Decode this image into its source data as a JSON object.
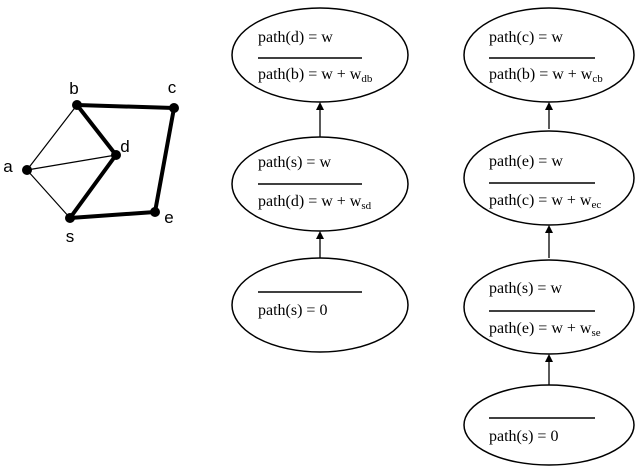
{
  "graph": {
    "nodes": [
      {
        "id": "a",
        "label": "a"
      },
      {
        "id": "b",
        "label": "b"
      },
      {
        "id": "c",
        "label": "c"
      },
      {
        "id": "d",
        "label": "d"
      },
      {
        "id": "s",
        "label": "s"
      },
      {
        "id": "e",
        "label": "e"
      }
    ],
    "thin_edges": [
      [
        "a",
        "b"
      ],
      [
        "a",
        "d"
      ],
      [
        "a",
        "s"
      ]
    ],
    "bold_edges": [
      [
        "b",
        "c"
      ],
      [
        "b",
        "d"
      ],
      [
        "d",
        "s"
      ],
      [
        "s",
        "e"
      ],
      [
        "e",
        "c"
      ]
    ]
  },
  "left_chain": [
    {
      "top": "path(d) = w",
      "bottom_main": "path(b) = w + w",
      "bottom_sub": "db"
    },
    {
      "top": "path(s) = w",
      "bottom_main": "path(d) = w + w",
      "bottom_sub": "sd"
    },
    {
      "top": "",
      "bottom_main": "path(s) = 0",
      "bottom_sub": ""
    }
  ],
  "right_chain": [
    {
      "top": "path(c) = w",
      "bottom_main": "path(b) = w + w",
      "bottom_sub": "cb"
    },
    {
      "top": "path(e) = w",
      "bottom_main": "path(c) = w + w",
      "bottom_sub": "ec"
    },
    {
      "top": "path(s) = w",
      "bottom_main": "path(e) = w + w",
      "bottom_sub": "se"
    },
    {
      "top": "",
      "bottom_main": "path(s) = 0",
      "bottom_sub": ""
    }
  ]
}
